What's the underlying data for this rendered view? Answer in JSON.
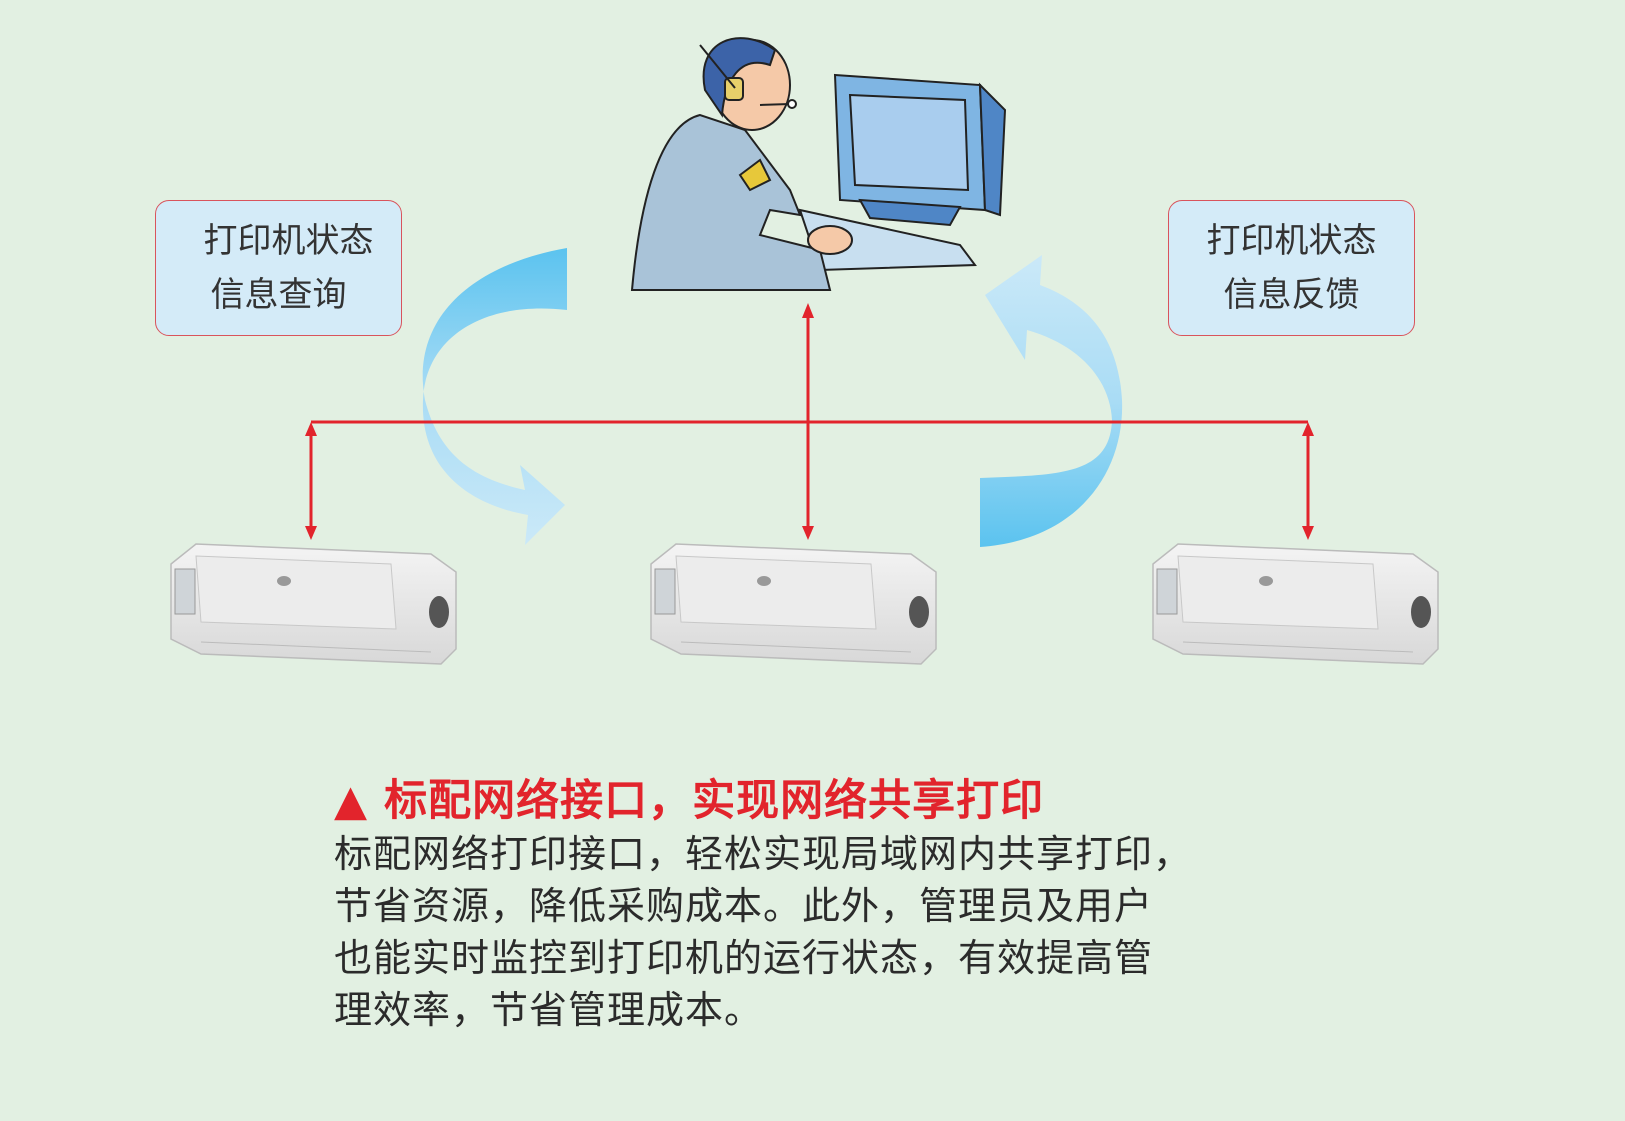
{
  "query_box": {
    "line1": "打印机状态",
    "line2": "信息查询"
  },
  "feedback_box": {
    "line1": "打印机状态",
    "line2": "信息反馈"
  },
  "heading": {
    "marker": "▲",
    "text": "标配网络接口，实现网络共享打印"
  },
  "body": {
    "lines": [
      "标配网络打印接口，轻松实现局域网内共享打印，",
      "节省资源，降低采购成本。此外，管理员及用户",
      "也能实时监控到打印机的运行状态，有效提高管",
      "理效率，节省管理成本。"
    ]
  },
  "colors": {
    "background": "#e2f0e2",
    "accent_red": "#e2242c",
    "arrow_blue": "#5bc3ef",
    "box_fill": "#d4ebf8"
  }
}
